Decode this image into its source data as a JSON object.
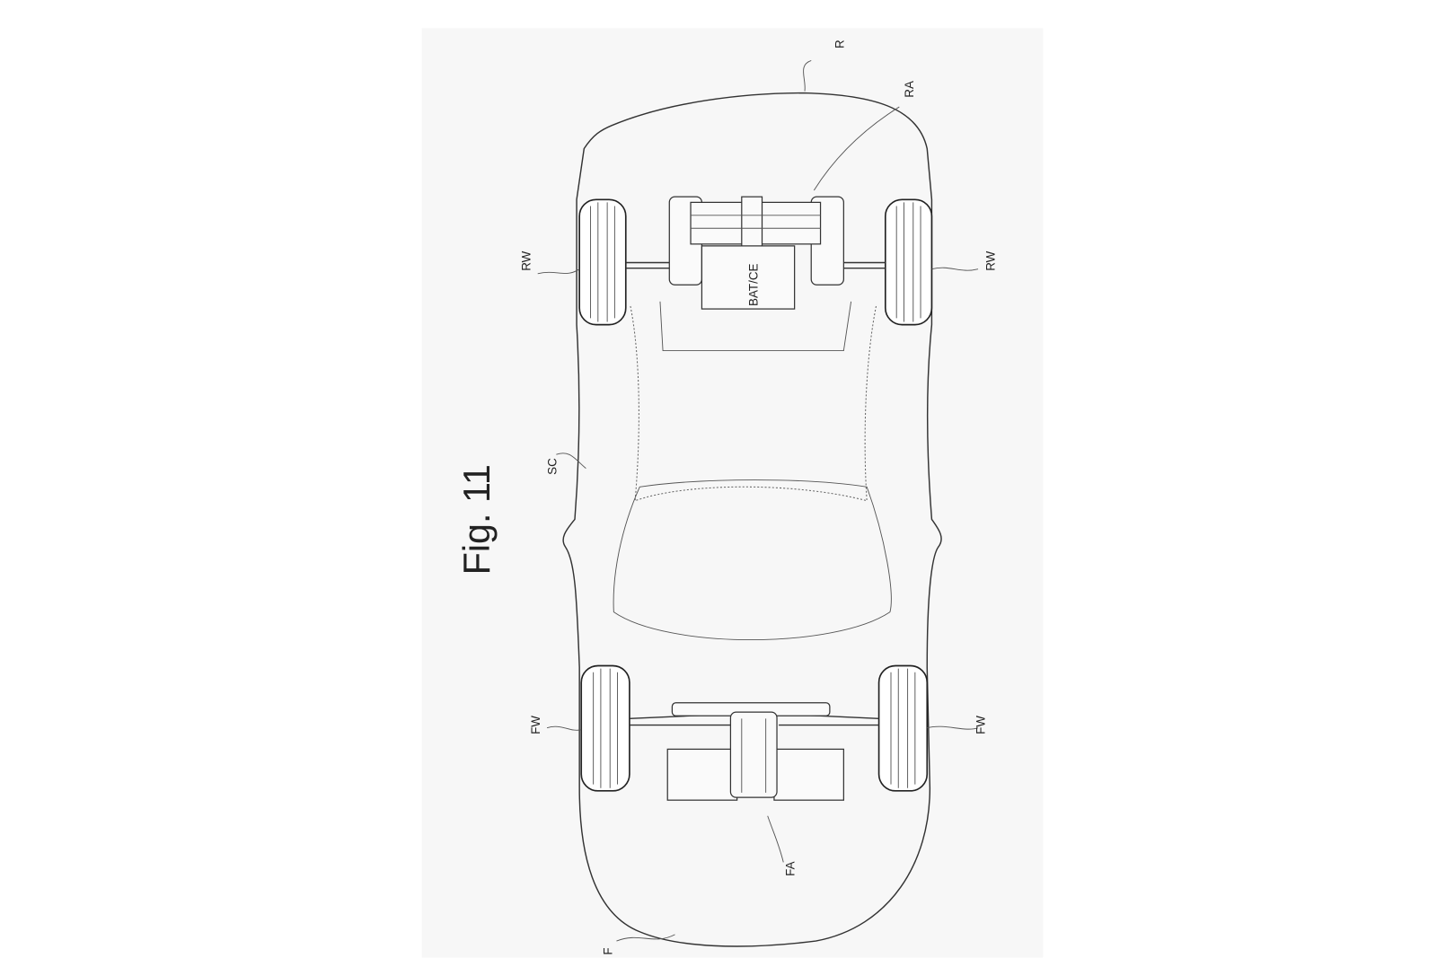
{
  "figure": {
    "title": "Fig. 11"
  },
  "labels": {
    "rear": "R",
    "rear_axle": "RA",
    "rear_wheel_left": "RW",
    "rear_wheel_right": "RW",
    "battery": "BAT/CE",
    "body": "SC",
    "front_wheel_left": "FW",
    "front_wheel_right": "FW",
    "front_axle": "FA",
    "front": "F"
  }
}
